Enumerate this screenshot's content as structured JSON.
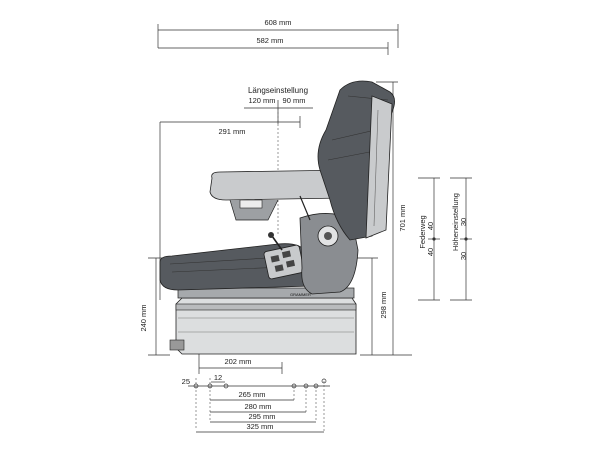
{
  "dimensions": {
    "top_overall": "608 mm",
    "top_inner": "582 mm",
    "fore_aft_title": "Längseinstellung",
    "fore_aft_rear": "120 mm",
    "fore_aft_front": "90 mm",
    "backrest_depth": "291 mm",
    "overall_height": "701 mm",
    "seat_height": "298 mm",
    "base_height": "240 mm",
    "base_depth": "202 mm",
    "suspension_label": "Federweg",
    "suspension_upper": "40",
    "suspension_lower": "40",
    "height_adj_label": "Höheneinstellung",
    "height_adj_upper": "30",
    "height_adj_lower": "30",
    "bottom_25": "25",
    "bottom_12": "12",
    "bottom_265": "265 mm",
    "bottom_280": "280 mm",
    "bottom_295": "295 mm",
    "bottom_325": "325 mm"
  },
  "brand": {
    "name": "GRAMMER"
  }
}
